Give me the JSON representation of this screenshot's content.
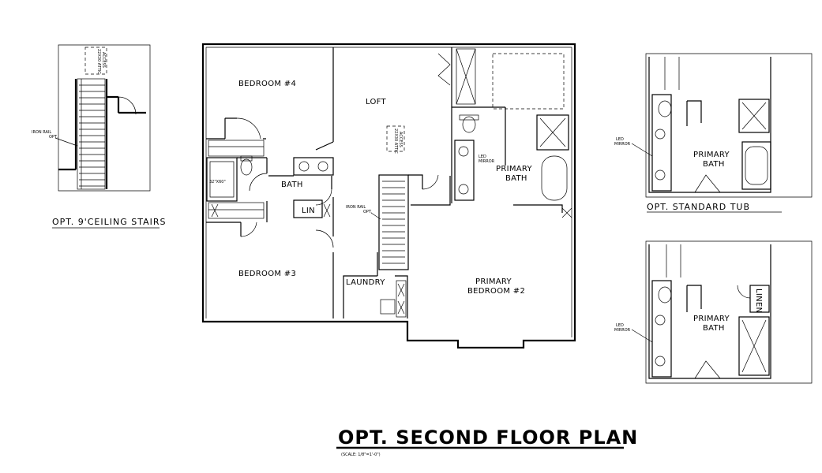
{
  "main_plan": {
    "title": "OPT. SECOND FLOOR PLAN",
    "scale": "(SCALE: 1/8\"=1'-0\")",
    "rooms": {
      "bedroom4": "BEDROOM #4",
      "bedroom3": "BEDROOM #3",
      "loft": "LOFT",
      "bath": "BATH",
      "lin": "LIN",
      "laundry": "LAUNDRY",
      "primary_bath_l1": "PRIMARY",
      "primary_bath_l2": "BATH",
      "primary_bed_l1": "PRIMARY",
      "primary_bed_l2": "BEDROOM #2"
    },
    "notes": {
      "tub": "32\"X60\"",
      "attic_l1": "22X30 ATTIC",
      "attic_l2": "ACCESS",
      "iron_rail_l1": "IRON RAIL",
      "iron_rail_l2": "OPT.",
      "led_l1": "LED",
      "led_l2": "MIRROR"
    }
  },
  "insets": {
    "stairs": {
      "caption": "OPT. 9'CEILING STAIRS",
      "iron_rail_l1": "IRON RAIL",
      "iron_rail_l2": "OPT.",
      "attic_l1": "22X30 ATTIC",
      "attic_l2": "ACCESS"
    },
    "standard_tub": {
      "caption": "OPT. STANDARD TUB",
      "room_l1": "PRIMARY",
      "room_l2": "BATH",
      "led_l1": "LED",
      "led_l2": "MIRROR"
    },
    "shower": {
      "room_l1": "PRIMARY",
      "room_l2": "BATH",
      "linen": "LINEN",
      "led_l1": "LED",
      "led_l2": "MIRROR"
    }
  }
}
